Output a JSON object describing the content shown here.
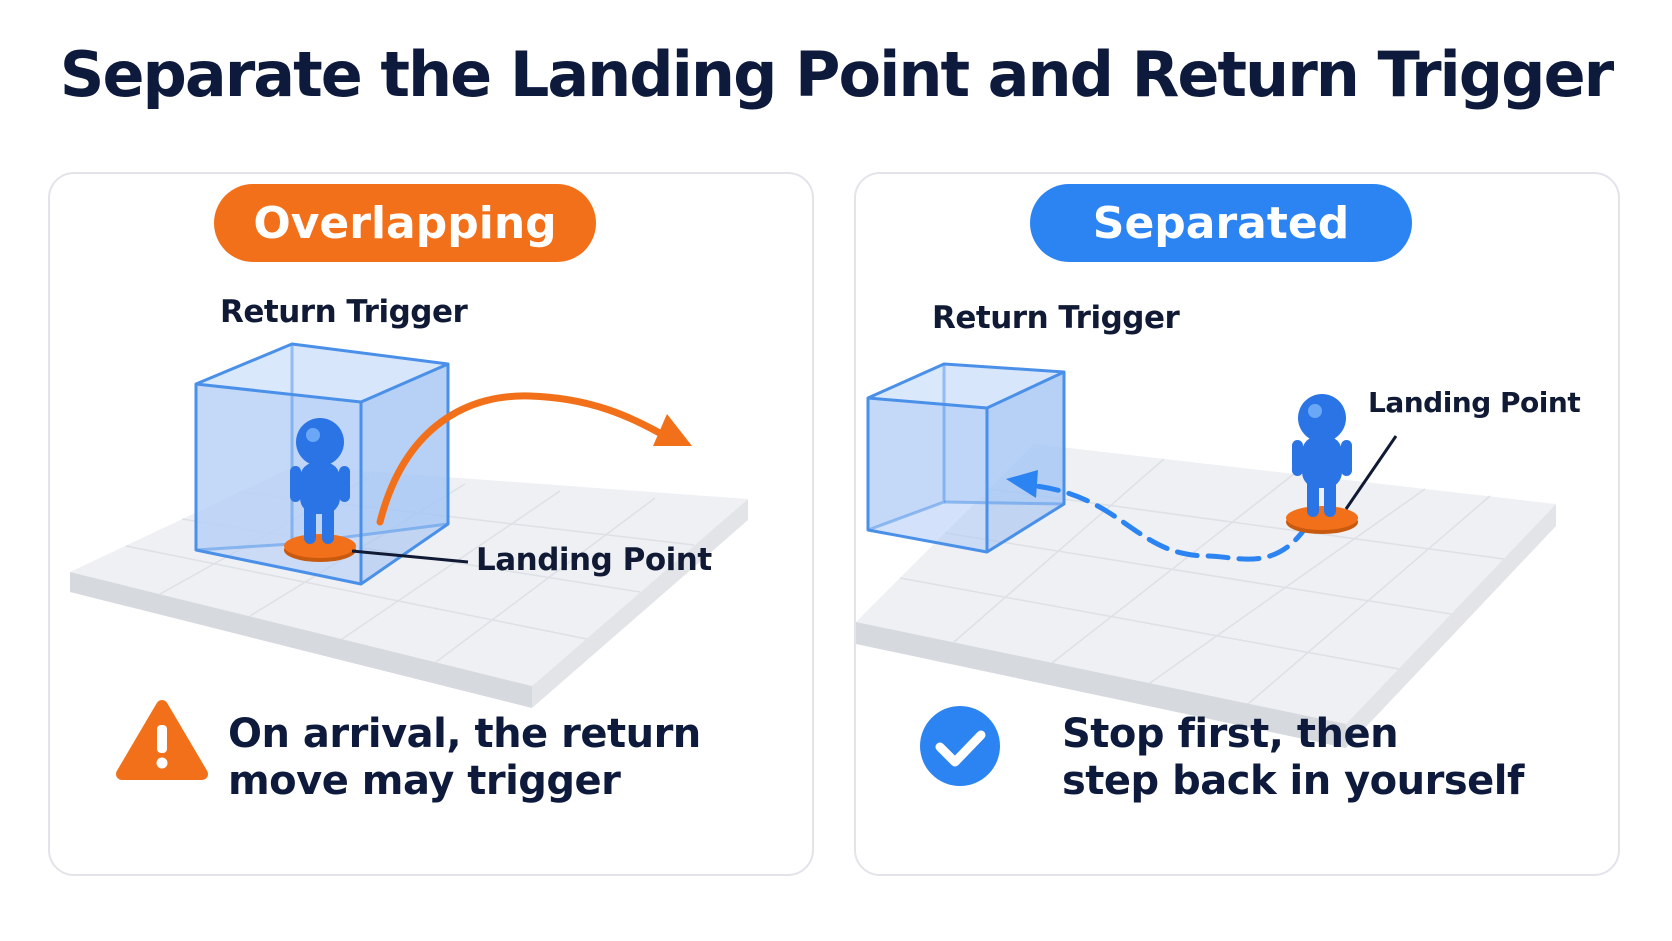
{
  "title": "Separate the Landing Point and Return Trigger",
  "colors": {
    "orange": "#f3701a",
    "blue": "#2c84f2",
    "trigger_box": "#4a90e8",
    "title_text": "#0e1a3c"
  },
  "panels": {
    "left": {
      "badge": "Overlapping",
      "trigger_label": "Return Trigger",
      "landing_label": "Landing Point",
      "caption_line1": "On arrival, the return",
      "caption_line2": "move may trigger",
      "icon": "warning-icon"
    },
    "right": {
      "badge": "Separated",
      "trigger_label": "Return Trigger",
      "landing_label": "Landing Point",
      "caption_line1": "Stop first, then",
      "caption_line2": "step back in yourself",
      "icon": "checkmark-icon"
    }
  }
}
